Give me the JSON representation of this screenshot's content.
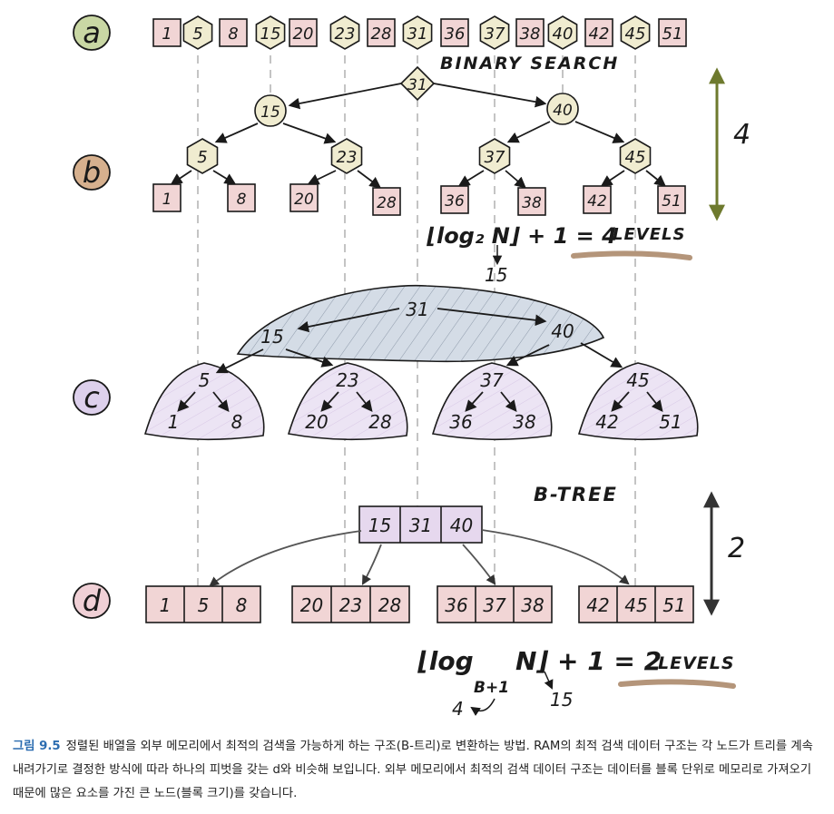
{
  "colors": {
    "pink": "#f1d5d5",
    "hexagon_yellow": "#f0ecd0",
    "row_a_label": "#c9d7a4",
    "row_b_label": "#d6b08e",
    "row_c_label": "#ddd0ec",
    "row_d_label": "#f0d0d6",
    "btree_lavender": "#ddd0ec",
    "root_blue": "#d4dce6",
    "arrow_green": "#6e7a2e",
    "arrow_dark": "#333333",
    "underline": "#b4957a"
  },
  "rows": {
    "a": "a",
    "b": "b",
    "c": "c",
    "d": "d"
  },
  "array_a": [
    "1",
    "5",
    "8",
    "15",
    "20",
    "23",
    "28",
    "31",
    "36",
    "37",
    "38",
    "40",
    "42",
    "45",
    "51"
  ],
  "binary_search": {
    "title": "BINARY SEARCH",
    "root": "31",
    "level1": [
      "15",
      "40"
    ],
    "level2": [
      "5",
      "23",
      "37",
      "45"
    ],
    "leaves": [
      "1",
      "8",
      "20",
      "28",
      "36",
      "38",
      "42",
      "51"
    ],
    "levels_arrow_label": "4",
    "formula": {
      "floor_expr": "⌊log₂ N⌋ + 1 = ",
      "result": "4",
      "levels_word": "LEVELS",
      "n_value": "15"
    }
  },
  "tree_c": {
    "root_keys": [
      "31",
      "15",
      "40"
    ],
    "subtrees": [
      {
        "top": "5",
        "left": "1",
        "right": "8"
      },
      {
        "top": "23",
        "left": "20",
        "right": "28"
      },
      {
        "top": "37",
        "left": "36",
        "right": "38"
      },
      {
        "top": "45",
        "left": "42",
        "right": "51"
      }
    ]
  },
  "btree": {
    "title": "B-TREE",
    "root": [
      "15",
      "31",
      "40"
    ],
    "leaves": [
      [
        "1",
        "5",
        "8"
      ],
      [
        "20",
        "23",
        "28"
      ],
      [
        "36",
        "37",
        "38"
      ],
      [
        "42",
        "45",
        "51"
      ]
    ],
    "levels_arrow_label": "2",
    "formula": {
      "prefix": "⌊log",
      "base": "B+1",
      "middle": "N⌋ + 1 = ",
      "result": "2",
      "levels_word": "LEVELS",
      "base_value": "4",
      "n_value": "15"
    }
  },
  "caption": {
    "label": "그림 9.5",
    "text": "정렬된 배열을 외부 메모리에서 최적의 검색을 가능하게 하는 구조(B-트리)로 변환하는 방법. RAM의 최적 검색 데이터 구조는 각 노드가 트리를 계속 내려가기로 결정한 방식에 따라 하나의 피벗을 갖는 d와 비슷해 보입니다. 외부 메모리에서 최적의 검색 데이터 구조는 데이터를 블록 단위로 메모리로 가져오기 때문에 많은 요소를 가진 큰 노드(블록 크기)를 갖습니다."
  }
}
